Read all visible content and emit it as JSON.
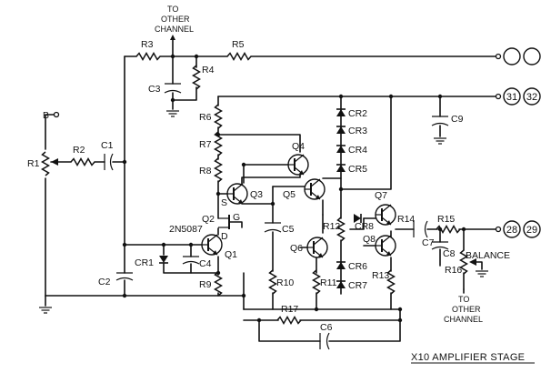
{
  "title": "X10 AMPLIFIER STAGE",
  "notes": {
    "to_other_channel_top_1": "TO",
    "to_other_channel_top_2": "OTHER",
    "to_other_channel_top_3": "CHANNEL",
    "to_other_channel_bottom_1": "TO",
    "to_other_channel_bottom_2": "OTHER",
    "to_other_channel_bottom_3": "CHANNEL",
    "balance": "BALANCE",
    "transistor_part": "2N5087"
  },
  "input_terminal": "B",
  "terminals": {
    "power_pair": [
      "",
      ""
    ],
    "pair_31_32": [
      "31",
      "32"
    ],
    "pair_28_29": [
      "28",
      "29"
    ]
  },
  "resistors": {
    "r1": "R1",
    "r2": "R2",
    "r3": "R3",
    "r4": "R4",
    "r5": "R5",
    "r6": "R6",
    "r7": "R7",
    "r8": "R8",
    "r9": "R9",
    "r10": "R10",
    "r11": "R11",
    "r12": "R12",
    "r13": "R13",
    "r14": "R14",
    "r15": "R15",
    "r16": "R16",
    "r17": "R17"
  },
  "capacitors": {
    "c1": "C1",
    "c2": "C2",
    "c3": "C3",
    "c4": "C4",
    "c5": "C5",
    "c6": "C6",
    "c7": "C7",
    "c8": "C8",
    "c9": "C9"
  },
  "diodes": {
    "cr1": "CR1",
    "cr2": "CR2",
    "cr3": "CR3",
    "cr4": "CR4",
    "cr5": "CR5",
    "cr6": "CR6",
    "cr7": "CR7",
    "cr8": "CR8"
  },
  "transistors": {
    "q1": "Q1",
    "q2": "Q2",
    "q3": "Q3",
    "q4": "Q4",
    "q5": "Q5",
    "q6": "Q6",
    "q7": "Q7",
    "q8": "Q8"
  },
  "pins": {
    "s": "S",
    "d": "D",
    "g": "G"
  }
}
